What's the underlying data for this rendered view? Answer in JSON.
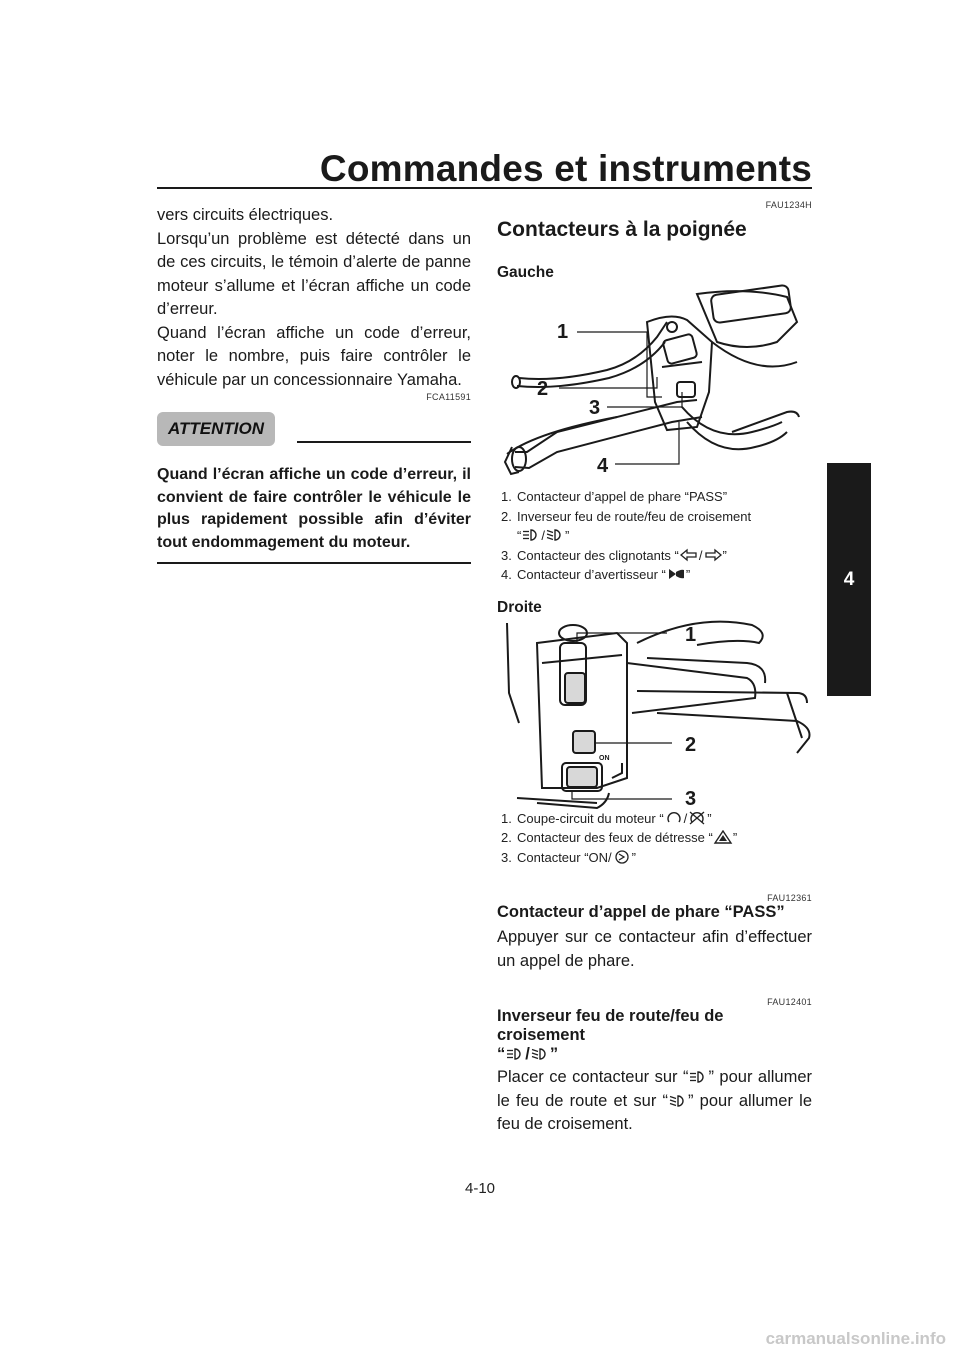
{
  "header": {
    "title": "Commandes et instruments",
    "chapter": "4"
  },
  "left": {
    "paragraphs": [
      "vers circuits électriques.",
      "Lorsqu’un problème est détecté dans un de ces circuits, le témoin d’alerte de panne moteur s’allume et l’écran affiche un code d’erreur.",
      "Quand l’écran affiche un code d’erreur, noter le nombre, puis faire contrôler le véhicule par un concessionnaire Yamaha."
    ],
    "code": "FCA11591",
    "attention_label": "ATTENTION",
    "attention_text": "Quand l’écran affiche un code d’erreur, il convient de faire contrôler le véhicule le plus rapidement possible afin d’éviter tout endommagement du moteur."
  },
  "right": {
    "section_code": "FAU1234H",
    "section_title": "Contacteurs à la poignée",
    "left_label": "Gauche",
    "left_callouts": [
      "1",
      "2",
      "3",
      "4"
    ],
    "left_captions": [
      {
        "num": "1.",
        "text": "Contacteur d’appel de phare “PASS”"
      },
      {
        "num": "2.",
        "text": "Inverseur feu de route/feu de croisement",
        "line2_open": "“",
        "sep": "/",
        "close": "”"
      },
      {
        "num": "3.",
        "text": "Contacteur des clignotants “",
        "sep": "/",
        "close": "”"
      },
      {
        "num": "4.",
        "text": "Contacteur d’avertisseur “",
        "close": "”"
      }
    ],
    "right_label": "Droite",
    "right_callouts": [
      "1",
      "2",
      "3"
    ],
    "right_captions": [
      {
        "num": "1.",
        "text": "Coupe-circuit du moteur “",
        "sep": "/",
        "close": "”"
      },
      {
        "num": "2.",
        "text": "Contacteur des feux de détresse “",
        "close": "”"
      },
      {
        "num": "3.",
        "text": "Contacteur “ON/",
        "close": "”"
      }
    ],
    "switch_labels": {
      "on": "ON"
    },
    "pass": {
      "code": "FAU12361",
      "title": "Contacteur d’appel de phare “PASS”",
      "text": "Appuyer sur ce contacteur afin d’effectuer un appel de phare."
    },
    "dimmer": {
      "code": "FAU12401",
      "title": "Inverseur feu de route/feu de croisement",
      "title_open": "“",
      "title_sep": "/",
      "title_close": "”",
      "text_a": "Placer ce contacteur sur “",
      "text_b": "” pour allumer le feu de route et sur “",
      "text_c": "” pour allumer le feu de croisement."
    }
  },
  "footer": {
    "page_number": "4-10"
  },
  "watermark": "carmanualsonline.info",
  "icons": [
    "high-beam-icon",
    "low-beam-icon",
    "turn-left-icon",
    "turn-right-icon",
    "horn-icon",
    "engine-run-icon",
    "engine-stop-icon",
    "hazard-icon",
    "start-icon"
  ]
}
